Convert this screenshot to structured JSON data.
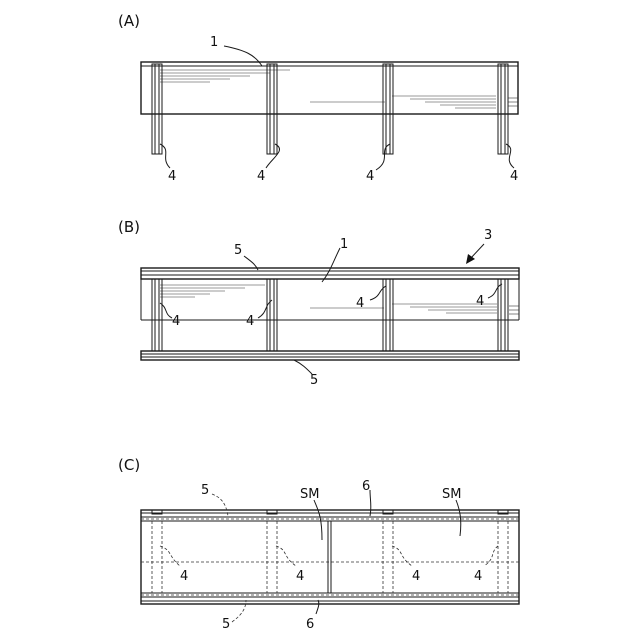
{
  "panels": {
    "a": {
      "caption": "(A)",
      "labels": {
        "main": "1",
        "post_a": "4",
        "post_b": "4",
        "post_c": "4",
        "post_d": "4"
      }
    },
    "b": {
      "caption": "(B)",
      "labels": {
        "main": "1",
        "assembly": "3",
        "top_rail": "5",
        "bottom_rail": "5",
        "post_a": "4",
        "post_b": "4",
        "post_c": "4",
        "post_d": "4"
      }
    },
    "c": {
      "caption": "(C)",
      "labels": {
        "top_rail": "5",
        "bottom_rail": "5",
        "center_top": "6",
        "center_bottom": "6",
        "sm_left": "SM",
        "sm_right": "SM",
        "post_a": "4",
        "post_b": "4",
        "post_c": "4",
        "post_d": "4"
      }
    }
  }
}
